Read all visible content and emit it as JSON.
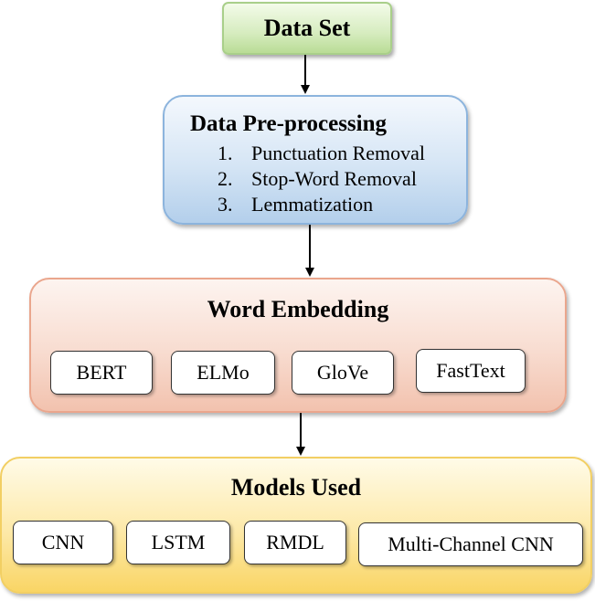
{
  "dataset": {
    "label": "Data Set"
  },
  "preprocessing": {
    "title": "Data Pre-processing",
    "steps": [
      {
        "num": "1.",
        "text": "Punctuation Removal"
      },
      {
        "num": "2.",
        "text": "Stop-Word Removal"
      },
      {
        "num": "3.",
        "text": "Lemmatization"
      }
    ]
  },
  "embedding": {
    "title": "Word Embedding",
    "methods": [
      "BERT",
      "ELMo",
      "GloVe",
      "FastText"
    ]
  },
  "models": {
    "title": "Models Used",
    "items": [
      "CNN",
      "LSTM",
      "RMDL",
      "Multi-Channel CNN"
    ]
  },
  "colors": {
    "dataset": "#d6ecbf",
    "preprocessing": "#d5e5f5",
    "embedding": "#f8dcd0",
    "models": "#fde9a8",
    "arrow": "#000000"
  }
}
